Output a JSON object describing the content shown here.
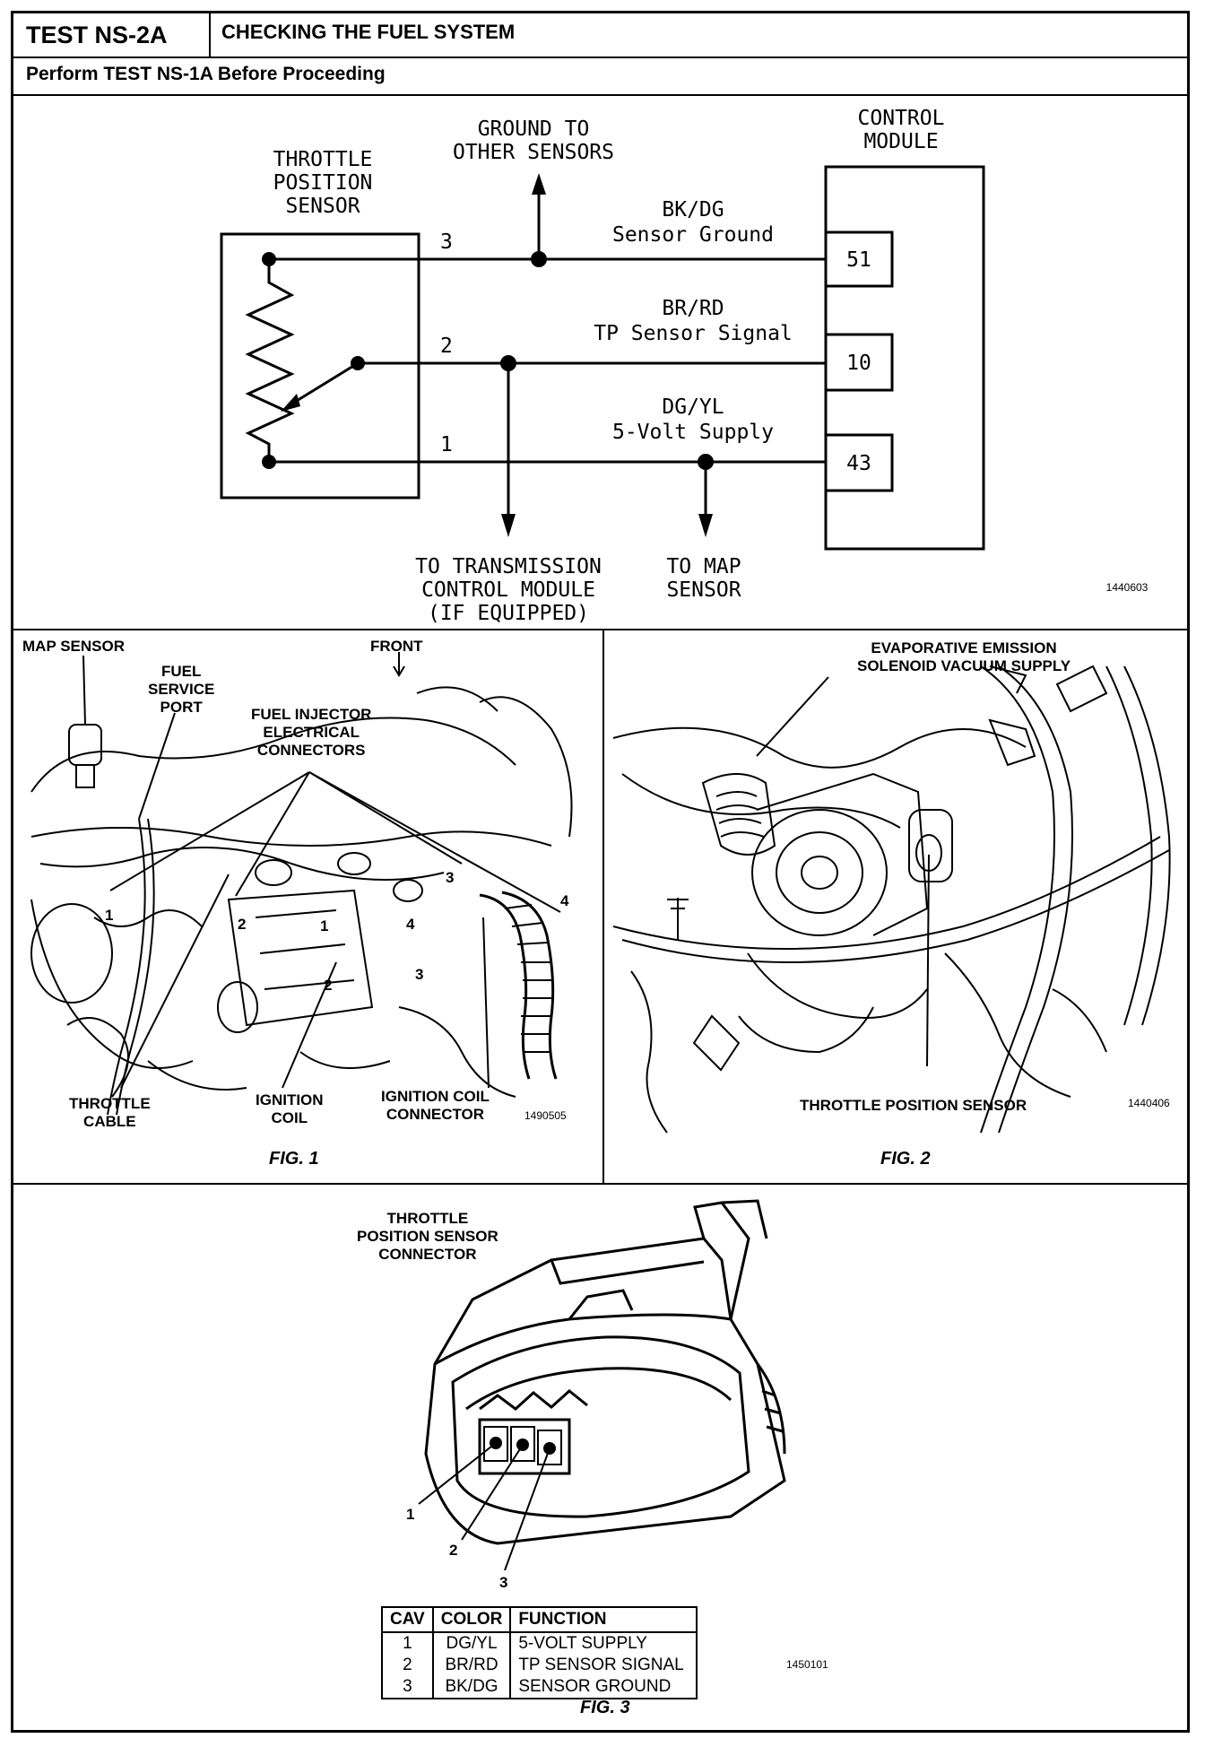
{
  "header": {
    "test_id": "TEST NS-2A",
    "title": "CHECKING THE FUEL SYSTEM",
    "prerequisite": "Perform TEST NS-1A Before Proceeding"
  },
  "schematic": {
    "tps_label": [
      "THROTTLE",
      "POSITION",
      "SENSOR"
    ],
    "ground_label": [
      "GROUND TO",
      "OTHER SENSORS"
    ],
    "module_label": [
      "CONTROL",
      "MODULE"
    ],
    "wires": [
      {
        "pin": "3",
        "color": "BK/DG",
        "function": "Sensor Ground",
        "cavity": "51"
      },
      {
        "pin": "2",
        "color": "BR/RD",
        "function": "TP Sensor Signal",
        "cavity": "10"
      },
      {
        "pin": "1",
        "color": "DG/YL",
        "function": "5-Volt Supply",
        "cavity": "43"
      }
    ],
    "tcm_label": [
      "TO TRANSMISSION",
      "CONTROL MODULE",
      "(IF EQUIPPED)"
    ],
    "map_label": [
      "TO MAP",
      "SENSOR"
    ],
    "code": "1440603"
  },
  "fig1": {
    "caption": "FIG. 1",
    "code": "1490505",
    "labels": {
      "map_sensor": "MAP SENSOR",
      "front": "FRONT",
      "fuel_service_port": [
        "FUEL",
        "SERVICE",
        "PORT"
      ],
      "fuel_injector": [
        "FUEL INJECTOR",
        "ELECTRICAL",
        "CONNECTORS"
      ],
      "throttle_cable": [
        "THROTTLE",
        "CABLE"
      ],
      "ignition_coil": [
        "IGNITION",
        "COIL"
      ],
      "ignition_coil_connector": [
        "IGNITION COIL",
        "CONNECTOR"
      ]
    },
    "numbers": [
      "1",
      "2",
      "3",
      "4",
      "1",
      "2",
      "3",
      "4"
    ]
  },
  "fig2": {
    "caption": "FIG. 2",
    "code": "1440406",
    "labels": {
      "evap": [
        "EVAPORATIVE EMISSION",
        "SOLENOID VACUUM SUPPLY"
      ],
      "tps": "THROTTLE POSITION SENSOR"
    }
  },
  "fig3": {
    "caption": "FIG. 3",
    "code": "1450101",
    "connector_label": [
      "THROTTLE",
      "POSITION SENSOR",
      "CONNECTOR"
    ],
    "pin_numbers": [
      "1",
      "2",
      "3"
    ],
    "table": {
      "headers": [
        "CAV",
        "COLOR",
        "FUNCTION"
      ],
      "rows": [
        [
          "1",
          "DG/YL",
          "5-VOLT SUPPLY"
        ],
        [
          "2",
          "BR/RD",
          "TP SENSOR SIGNAL"
        ],
        [
          "3",
          "BK/DG",
          "SENSOR GROUND"
        ]
      ]
    }
  }
}
